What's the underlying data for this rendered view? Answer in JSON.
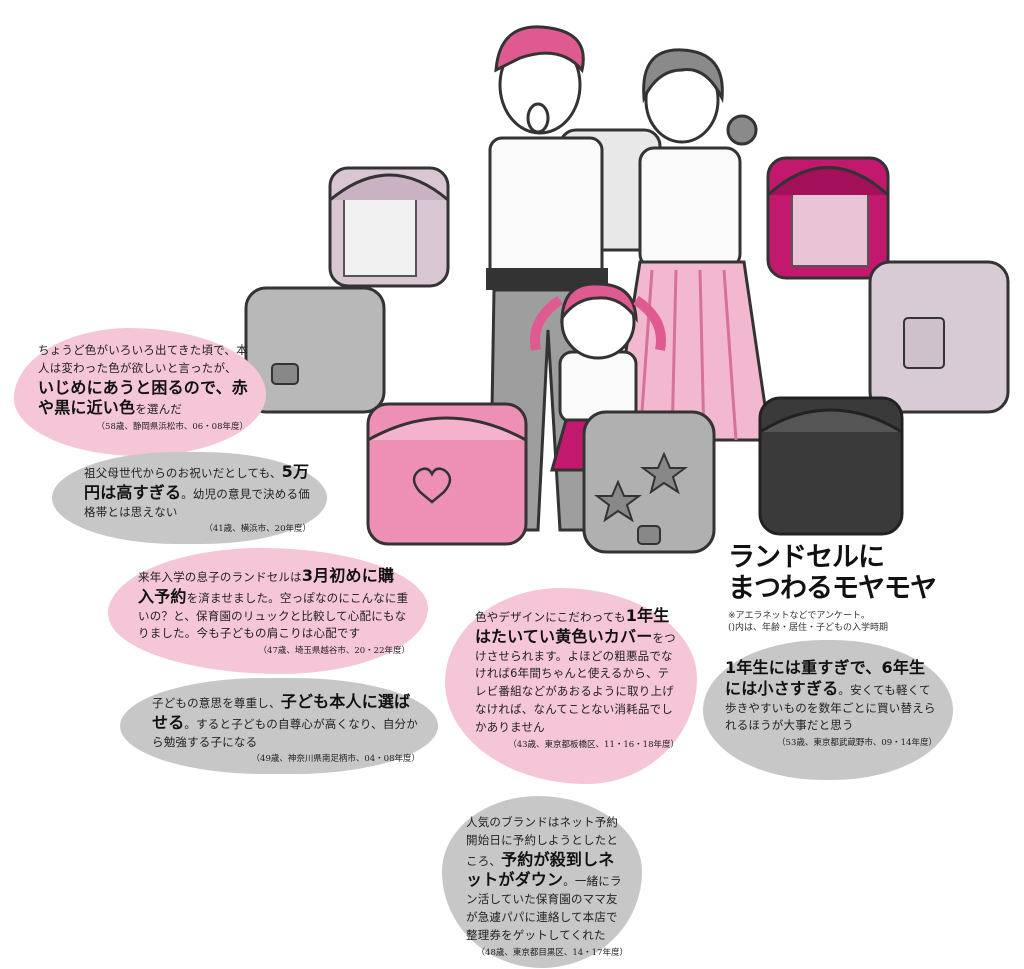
{
  "title": [
    "ランドセルに",
    "まつわるモヤモヤ"
  ],
  "notes": [
    "※アエラネットなどでアンケート。",
    "()内は、年齢・居住・子どもの入学時期"
  ],
  "colors": {
    "pink_bubble": "#f5c6d8",
    "gray_bubble": "#c7c7c7",
    "magenta": "#c2186e",
    "hair_pink": "#e05a92"
  },
  "bubbles": [
    {
      "pre": "ちょうど色がいろいろ出てきた頃で、本人は変わった色が欲しいと言ったが、",
      "hl": "いじめにあうと困るので、赤や黒に近い色",
      "post": "を選んだ",
      "meta": "（58歳、静岡県浜松市、06・08年度）"
    },
    {
      "pre": "祖父母世代からのお祝いだとしても、",
      "hl": "5万円は高すぎる",
      "post": "。幼児の意見で決める価格帯とは思えない",
      "meta": "（41歳、横浜市、20年度）"
    },
    {
      "pre": "来年入学の息子のランドセルは",
      "hl": "3月初めに購入予約",
      "post": "を済ませました。空っぽなのにこんなに重いの？と、保育園のリュックと比較して心配にもなりました。今も子どもの肩こりは心配です",
      "meta": "（47歳、埼玉県越谷市、20・22年度）"
    },
    {
      "pre": "子どもの意思を尊重し、",
      "hl": "子ども本人に選ばせる",
      "post": "。すると子どもの自尊心が高くなり、自分から勉強する子になる",
      "meta": "（49歳、神奈川県南足柄市、04・08年度）"
    },
    {
      "pre": "色やデザインにこだわっても",
      "hl": "1年生はたいてい黄色いカバー",
      "post": "をつけさせられます。よほどの粗悪品でなければ6年間ちゃんと使えるから、テレビ番組などがあおるように取り上げなければ、なんてことない消耗品でしかありません",
      "meta": "（43歳、東京都板橋区、11・16・18年度）"
    },
    {
      "pre": "",
      "hl": "1年生には重すぎで、6年生には小さすぎる",
      "post": "。安くても軽くて歩きやすいものを数年ごとに買い替えられるほうが大事だと思う",
      "meta": "（53歳、東京都武蔵野市、09・14年度）"
    },
    {
      "pre": "人気のブランドはネット予約開始日に予約しようとしたところ、",
      "hl": "予約が殺到しネットがダウン",
      "post": "。一緒にラン活していた保育園のママ友が急遽パパに連絡して本店で整理券をゲットしてくれた",
      "meta": "（48歳、東京都目黒区、14・17年度）"
    }
  ]
}
